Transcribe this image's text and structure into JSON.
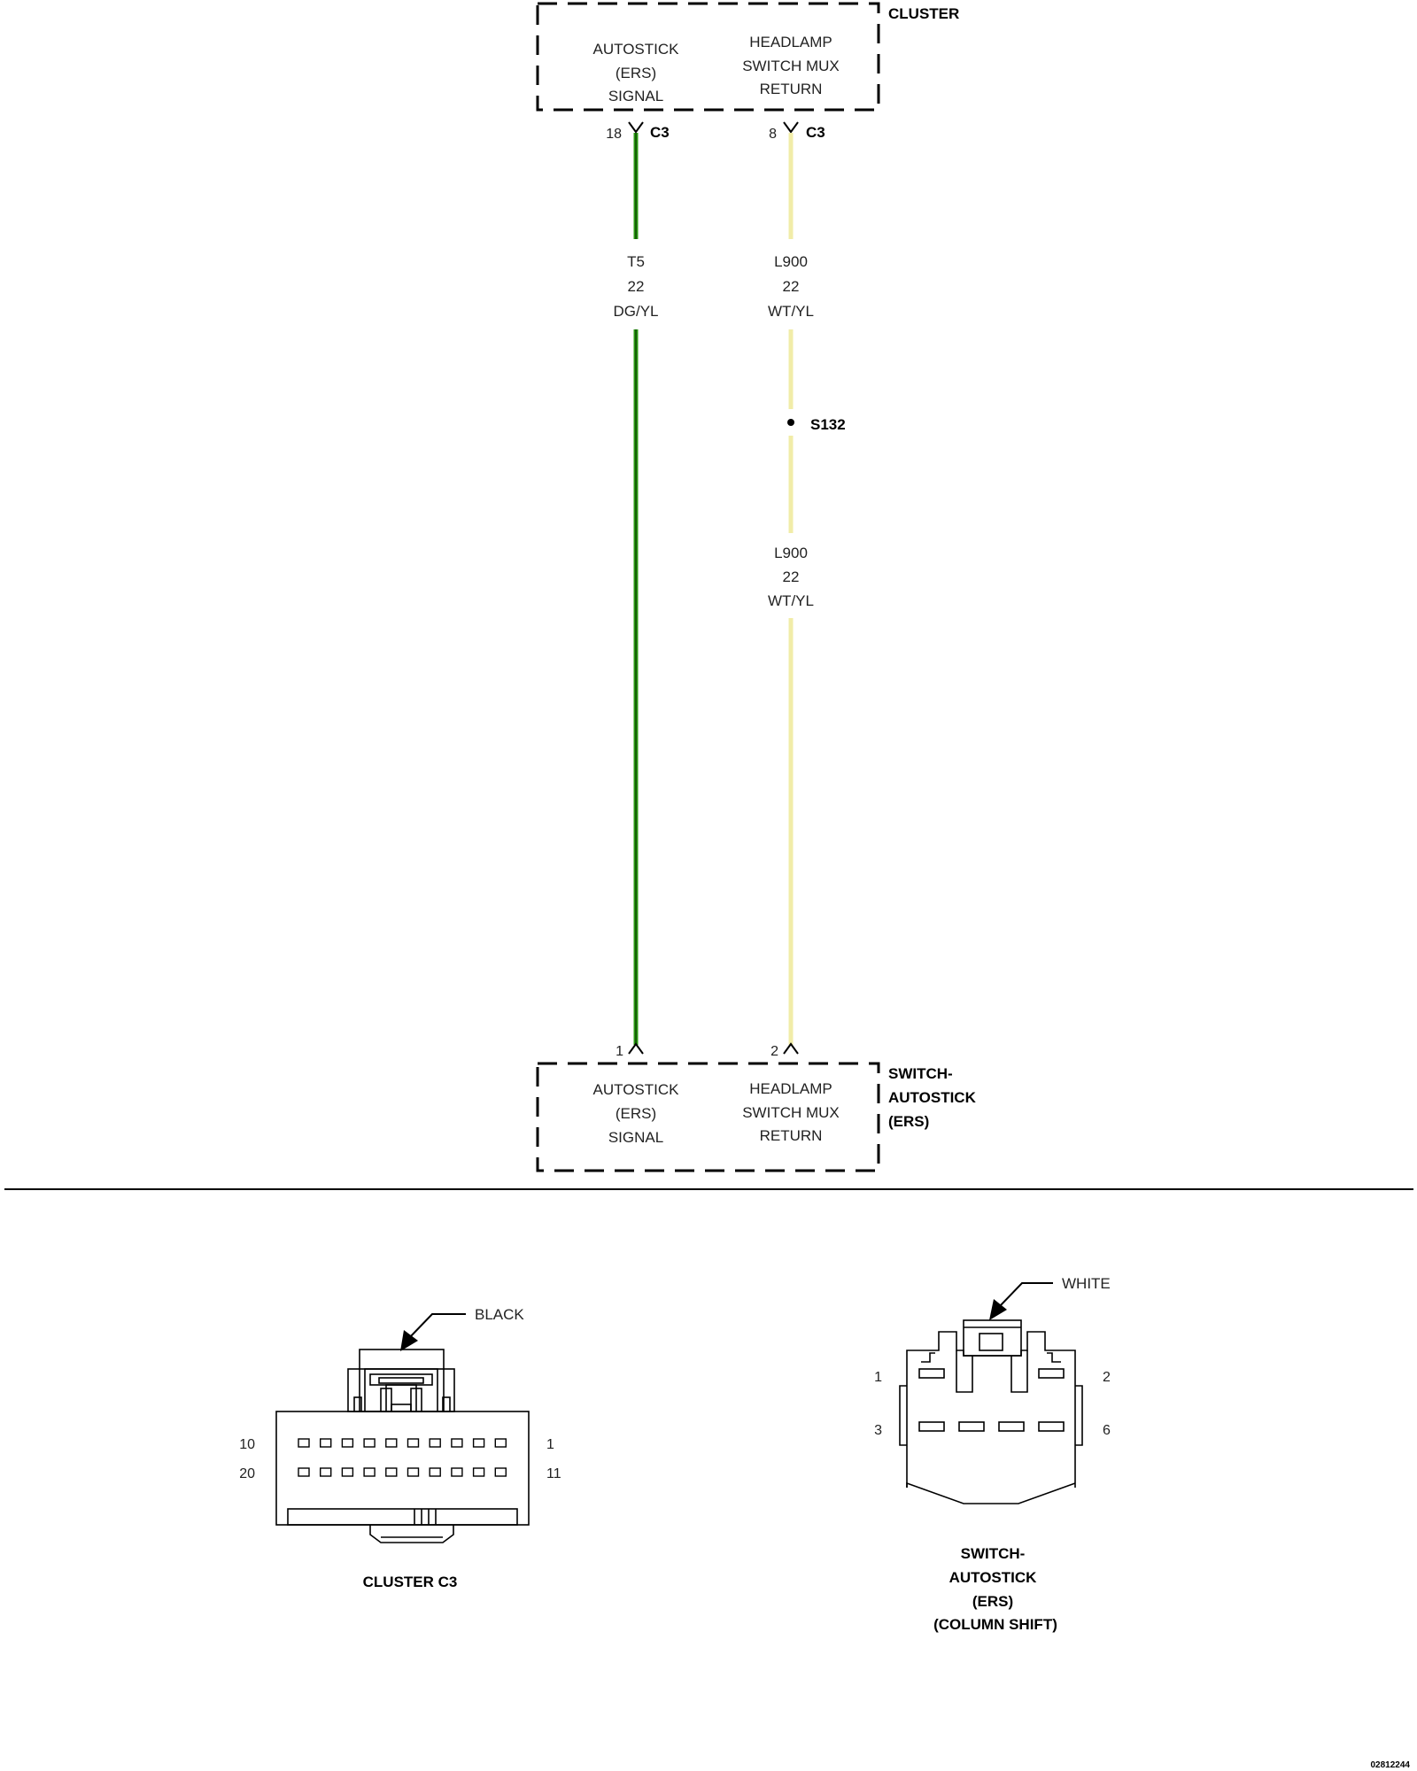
{
  "cluster": {
    "name": "CLUSTER",
    "circuit1_label": [
      "AUTOSTICK",
      "(ERS)",
      "SIGNAL"
    ],
    "circuit2_label": [
      "HEADLAMP",
      "SWITCH MUX",
      "RETURN"
    ]
  },
  "wires": [
    {
      "pin_top": "18",
      "connector_top": "C3",
      "circuit": "T5",
      "gauge": "22",
      "color": "DG/YL",
      "pin_bottom": "1"
    },
    {
      "pin_top": "8",
      "connector_top": "C3",
      "segment1": {
        "circuit": "L900",
        "gauge": "22",
        "color": "WT/YL"
      },
      "splice": "S132",
      "segment2": {
        "circuit": "L900",
        "gauge": "22",
        "color": "WT/YL"
      },
      "pin_bottom": "2"
    }
  ],
  "switch": {
    "name": [
      "SWITCH-",
      "AUTOSTICK",
      "(ERS)"
    ],
    "circuit1_label": [
      "AUTOSTICK",
      "(ERS)",
      "SIGNAL"
    ],
    "circuit2_label": [
      "HEADLAMP",
      "SWITCH MUX",
      "RETURN"
    ]
  },
  "connector_cluster": {
    "color_callout": "BLACK",
    "pin_labels": {
      "top_left": "10",
      "bottom_left": "20",
      "top_right": "1",
      "bottom_right": "11"
    },
    "caption": "CLUSTER C3"
  },
  "connector_switch": {
    "color_callout": "WHITE",
    "pin_labels": {
      "top_left": "1",
      "top_right": "2",
      "bottom_left": "3",
      "bottom_right": "6"
    },
    "caption": [
      "SWITCH-",
      "AUTOSTICK",
      "(ERS)",
      "(COLUMN SHIFT)"
    ]
  },
  "figure_id": "02812244",
  "colors": {
    "wire_green": "#2a9a12",
    "wire_green_stripe": "#c8d400",
    "wire_white": "#f4f0b8",
    "wire_white_stripe": "#e8e070"
  }
}
